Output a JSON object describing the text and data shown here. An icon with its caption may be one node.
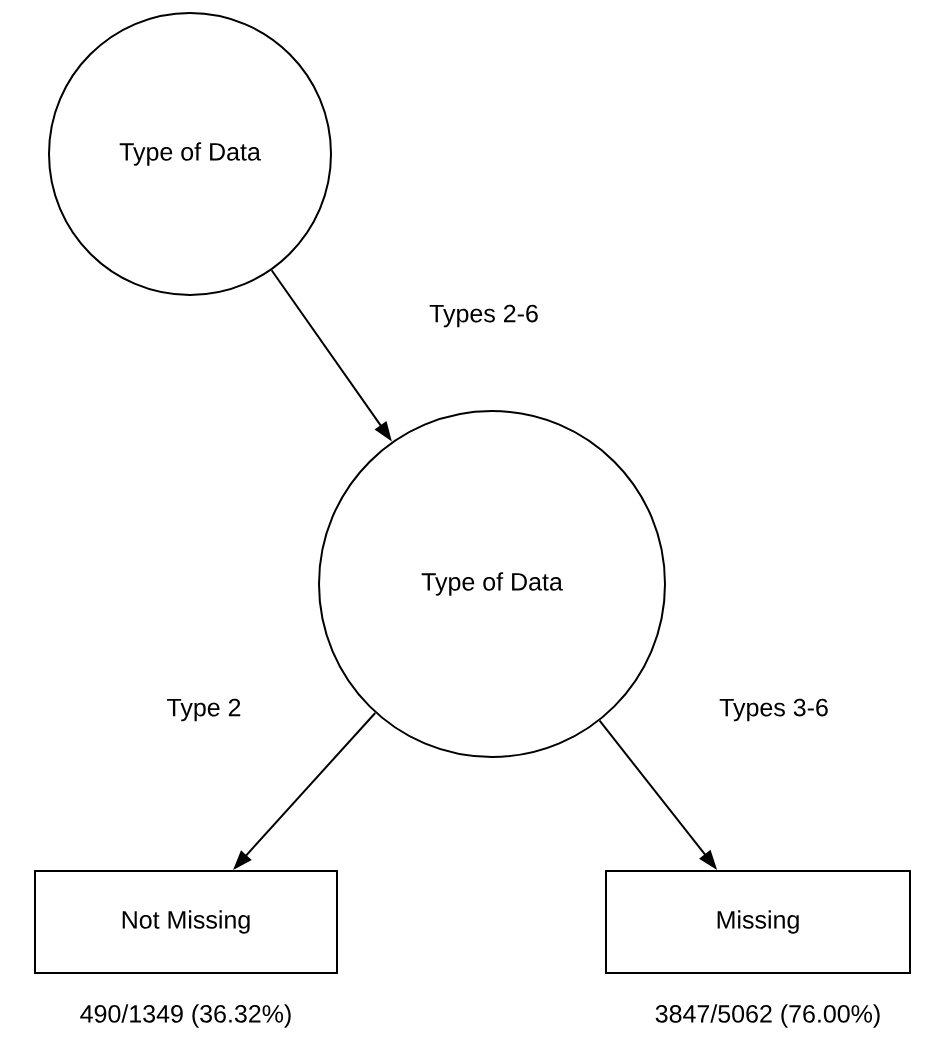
{
  "diagram": {
    "nodes": [
      {
        "text": [
          "Type of Data"
        ]
      },
      {
        "text": [
          "Type of Data"
        ]
      },
      {
        "text": [
          "Not Missing"
        ],
        "beside": [
          "490/1349 (36.32%)"
        ]
      },
      {
        "text": [
          "Missing"
        ],
        "beside": [
          "3847/5062 (76.00%)"
        ]
      }
    ],
    "edges": [
      {
        "from": 0,
        "to": 1,
        "arrow": "to",
        "label": "Types 2-6"
      },
      {
        "from": 1,
        "to": 2,
        "arrow": "to",
        "label": "Type 2"
      },
      {
        "from": 1,
        "to": 3,
        "arrow": "to",
        "label": "Types 3-6"
      }
    ]
  }
}
